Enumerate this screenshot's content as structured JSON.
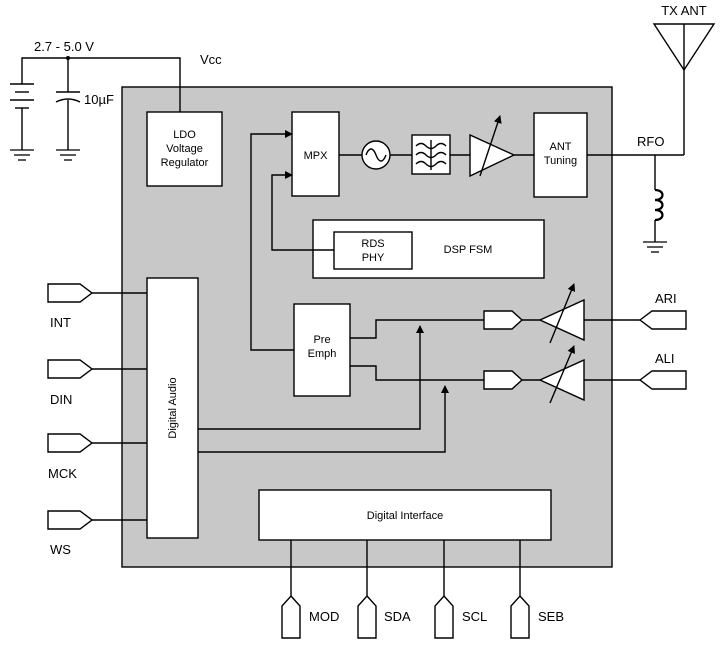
{
  "supply": {
    "voltage_range": "2.7 - 5.0 V",
    "vcc_label": "Vcc",
    "cap_value": "10µF"
  },
  "antenna": {
    "label": "TX ANT",
    "rfo_label": "RFO"
  },
  "blocks": {
    "ldo_line1": "LDO",
    "ldo_line2": "Voltage",
    "ldo_line3": "Regulator",
    "mpx": "MPX",
    "ant_tuning_line1": "ANT",
    "ant_tuning_line2": "Tuning",
    "rds_line1": "RDS",
    "rds_line2": "PHY",
    "dsp_fsm": "DSP FSM",
    "pre_emph_line1": "Pre",
    "pre_emph_line2": "Emph",
    "digital_audio": "Digital Audio",
    "digital_interface": "Digital Interface"
  },
  "pins": {
    "left": [
      "INT",
      "DIN",
      "MCK",
      "WS"
    ],
    "right": [
      "ARI",
      "ALI"
    ],
    "bottom": [
      "MOD",
      "SDA",
      "SCL",
      "SEB"
    ]
  },
  "colors": {
    "chip_fill": "#c8c8c8",
    "line": "#000000",
    "block_fill": "#ffffff"
  }
}
